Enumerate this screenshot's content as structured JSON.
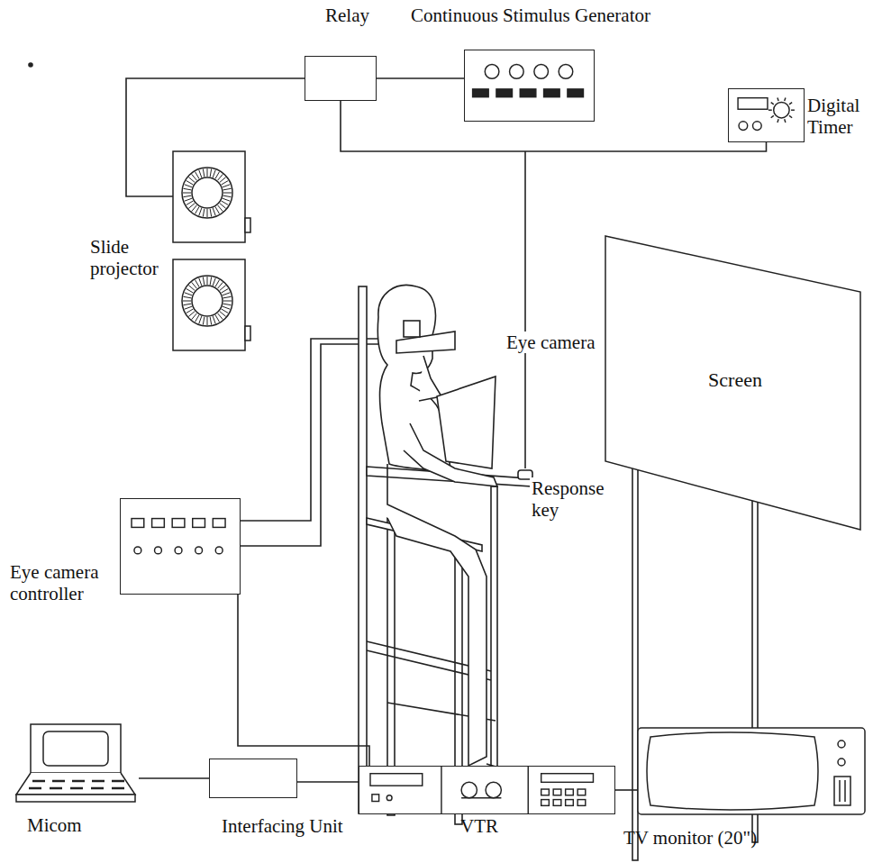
{
  "diagram": {
    "nodes": [
      {
        "text": [
          "Relay"
        ]
      },
      {
        "text": [
          "Continuous Stimulus Generator"
        ]
      },
      {
        "text": [
          "Digital Timer"
        ]
      },
      {
        "text": [
          "Slide projector"
        ]
      },
      {
        "text": [
          "Screen"
        ]
      },
      {
        "text": [
          "Eye camera controller"
        ]
      },
      {
        "text": [
          "Micom"
        ]
      },
      {
        "text": [
          "Interfacing Unit"
        ]
      },
      {
        "text": [
          "VTR"
        ]
      },
      {
        "text": [
          "TV monitor (20\")"
        ]
      }
    ],
    "edges": [
      {
        "from": 0,
        "to": 1,
        "arrow": "none"
      },
      {
        "from": 0,
        "to": 3,
        "arrow": "none"
      },
      {
        "from": 0,
        "to": 2,
        "arrow": "none"
      },
      {
        "from": 5,
        "to": 8,
        "arrow": "none"
      },
      {
        "from": 6,
        "to": 7,
        "arrow": "none"
      },
      {
        "from": 7,
        "to": 8,
        "arrow": "none"
      },
      {
        "from": 8,
        "to": 9,
        "arrow": "none"
      }
    ],
    "labels": [
      "Eye camera",
      "Response key"
    ]
  }
}
